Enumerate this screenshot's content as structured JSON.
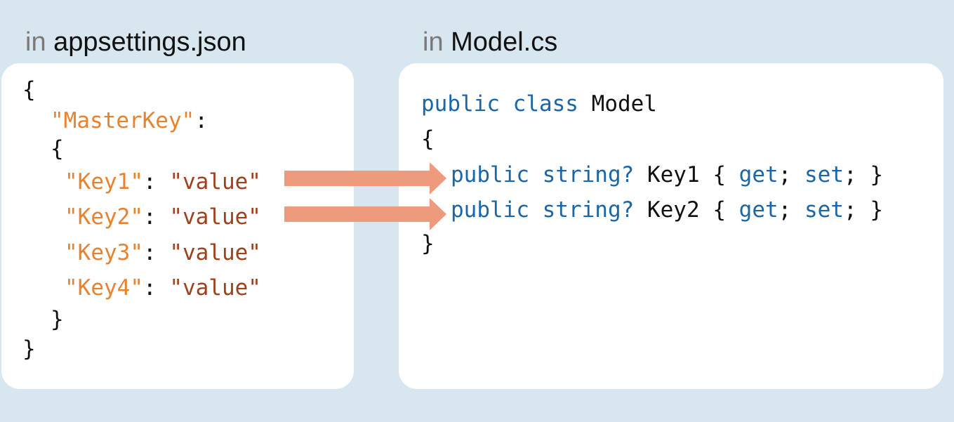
{
  "left": {
    "prefix": "in",
    "filename": "appsettings.json",
    "open_brace": "{",
    "master_key": "\"MasterKey\"",
    "colon": ":",
    "inner_open": "{",
    "entries": [
      {
        "key": "\"Key1\"",
        "sep": ": ",
        "value": "\"value\""
      },
      {
        "key": "\"Key2\"",
        "sep": ": ",
        "value": "\"value\""
      },
      {
        "key": "\"Key3\"",
        "sep": ": ",
        "value": "\"value\""
      },
      {
        "key": "\"Key4\"",
        "sep": ": ",
        "value": "\"value\""
      }
    ],
    "inner_close": "}",
    "close_brace": "}"
  },
  "right": {
    "prefix": "in",
    "filename": "Model.cs",
    "kw_public": "public",
    "kw_class": "class",
    "class_name": "Model",
    "open_brace": "{",
    "props": [
      {
        "mod": "public",
        "type": "string?",
        "name": "Key1",
        "open": "{",
        "get": "get",
        "semi1": ";",
        "set": "set",
        "semi2": ";",
        "close": "}"
      },
      {
        "mod": "public",
        "type": "string?",
        "name": "Key2",
        "open": "{",
        "get": "get",
        "semi1": ";",
        "set": "set",
        "semi2": ";",
        "close": "}"
      }
    ],
    "close_brace": "}"
  },
  "colors": {
    "background": "#d7e6ef",
    "json_key": "#e8822e",
    "json_value": "#a0401c",
    "keyword": "#1a66a8",
    "arrow": "#ee9a7c"
  }
}
